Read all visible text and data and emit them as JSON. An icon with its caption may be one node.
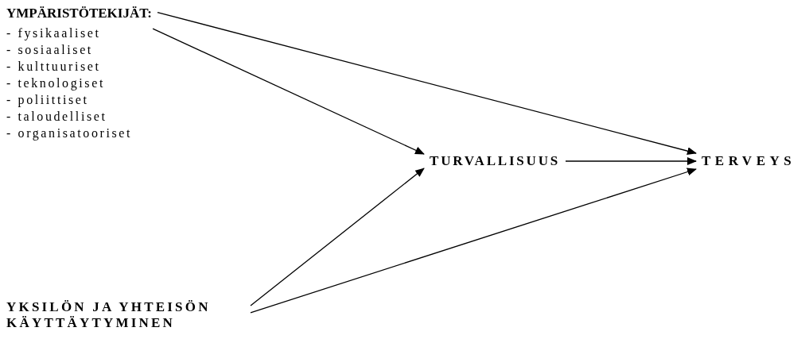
{
  "diagram": {
    "nodes": [
      {
        "text": [
          "YMPÄRISTÖTEKIJÄT:",
          "- fysikaaliset",
          "- sosiaaliset",
          "- kulttuuriset",
          "- teknologiset",
          "- poliittiset",
          "- taloudelliset",
          "- organisatooriset"
        ]
      },
      {
        "text": [
          "TURVALLISUUS"
        ]
      },
      {
        "text": [
          "TERVEYS"
        ]
      },
      {
        "text": [
          "YKSILÖN JA YHTEISÖN KÄYTTÄYTYMINEN"
        ]
      }
    ],
    "edges": [
      {
        "from": 0,
        "to": 2,
        "arrow": "to"
      },
      {
        "from": 0,
        "to": 1,
        "arrow": "to"
      },
      {
        "from": 1,
        "to": 2,
        "arrow": "to"
      },
      {
        "from": 3,
        "to": 1,
        "arrow": "to"
      },
      {
        "from": 3,
        "to": 2,
        "arrow": "to"
      }
    ]
  }
}
